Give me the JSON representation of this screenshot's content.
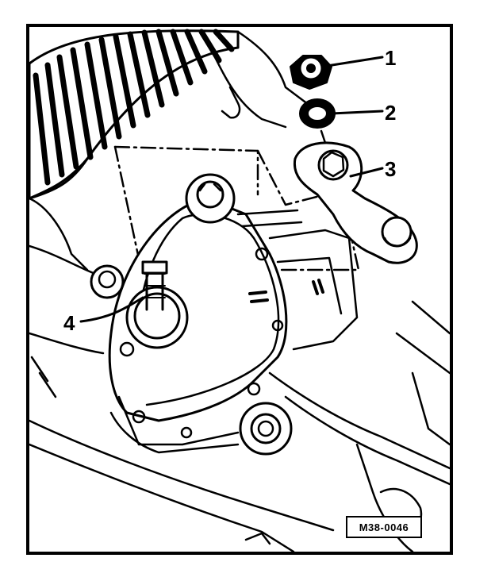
{
  "figure": {
    "reference_code": "M38-0046",
    "callouts": [
      {
        "number": "1",
        "part": "nut"
      },
      {
        "number": "2",
        "part": "washer"
      },
      {
        "number": "3",
        "part": "selector-lever"
      },
      {
        "number": "4",
        "part": "selector-shaft"
      }
    ]
  },
  "colors": {
    "line": "#000000",
    "background": "#ffffff"
  }
}
